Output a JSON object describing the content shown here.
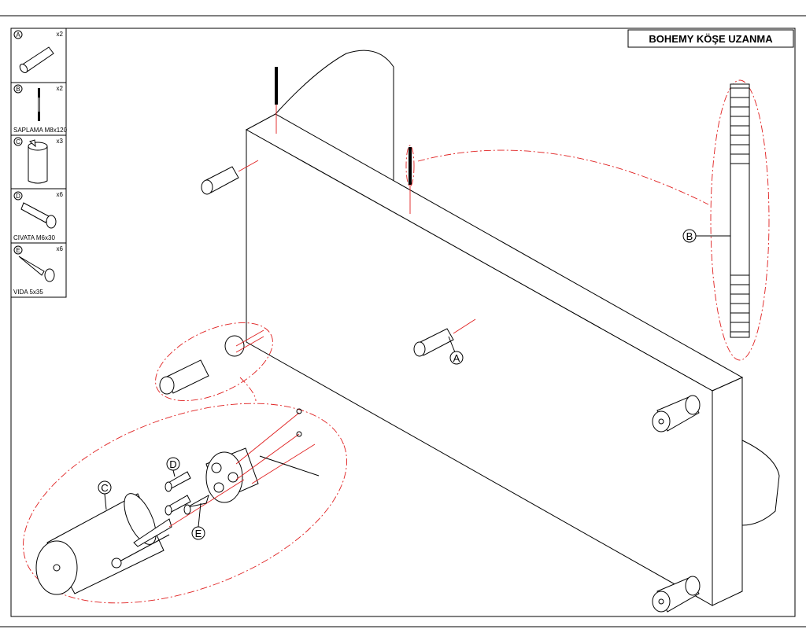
{
  "title": "BOHEMY KÖŞE UZANMA",
  "parts": [
    {
      "letter": "A",
      "qty": "x2",
      "name": ""
    },
    {
      "letter": "B",
      "qty": "x2",
      "name": "SAPLAMA M8x120"
    },
    {
      "letter": "C",
      "qty": "x3",
      "name": ""
    },
    {
      "letter": "D",
      "qty": "x6",
      "name": "CIVATA M6x30"
    },
    {
      "letter": "E",
      "qty": "x6",
      "name": "VIDA 5x35"
    }
  ],
  "callouts": {
    "A": "A",
    "B": "B",
    "C": "C",
    "D": "D",
    "E": "E"
  },
  "colors": {
    "line": "#000000",
    "guide": "#e02020"
  }
}
